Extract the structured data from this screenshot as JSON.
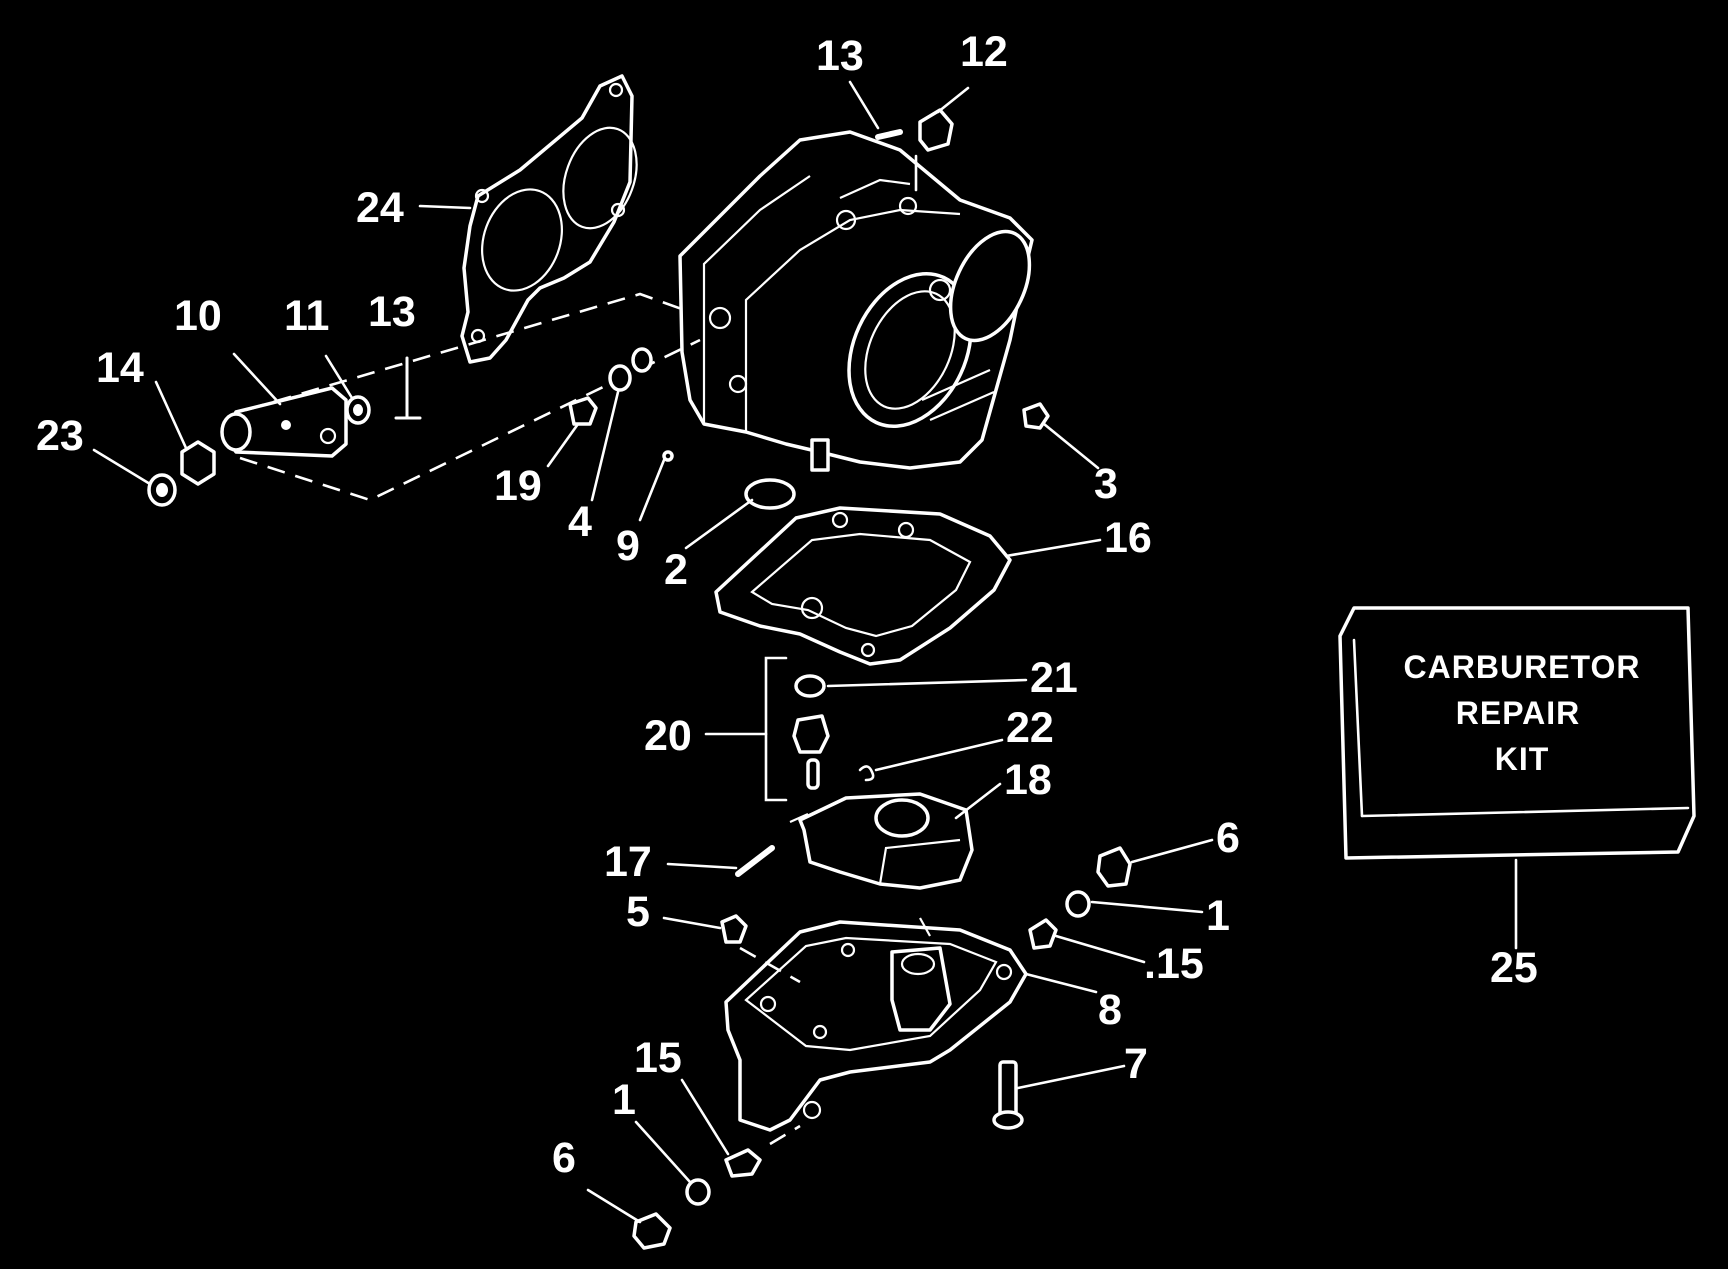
{
  "diagram": {
    "labels": [
      {
        "id": "l13a",
        "text": "13"
      },
      {
        "id": "l12",
        "text": "12"
      },
      {
        "id": "l24",
        "text": "24"
      },
      {
        "id": "l10",
        "text": "10"
      },
      {
        "id": "l11",
        "text": "11"
      },
      {
        "id": "l13b",
        "text": "13"
      },
      {
        "id": "l14",
        "text": "14"
      },
      {
        "id": "l23",
        "text": "23"
      },
      {
        "id": "l19",
        "text": "19"
      },
      {
        "id": "l4",
        "text": "4"
      },
      {
        "id": "l9",
        "text": "9"
      },
      {
        "id": "l2",
        "text": "2"
      },
      {
        "id": "l3",
        "text": "3"
      },
      {
        "id": "l16",
        "text": "16"
      },
      {
        "id": "l21",
        "text": "21"
      },
      {
        "id": "l20",
        "text": "20"
      },
      {
        "id": "l22",
        "text": "22"
      },
      {
        "id": "l18",
        "text": "18"
      },
      {
        "id": "l17",
        "text": "17"
      },
      {
        "id": "l6a",
        "text": "6"
      },
      {
        "id": "l5",
        "text": "5"
      },
      {
        "id": "l1a",
        "text": "1"
      },
      {
        "id": "l15a",
        "text": ".15"
      },
      {
        "id": "l8",
        "text": "8"
      },
      {
        "id": "l7",
        "text": "7"
      },
      {
        "id": "l15b",
        "text": "15"
      },
      {
        "id": "l1b",
        "text": "1"
      },
      {
        "id": "l6b",
        "text": "6"
      },
      {
        "id": "l25",
        "text": "25"
      }
    ],
    "kit_box": {
      "line1": "CARBURETOR",
      "line2": "REPAIR",
      "line3": "KIT"
    }
  }
}
